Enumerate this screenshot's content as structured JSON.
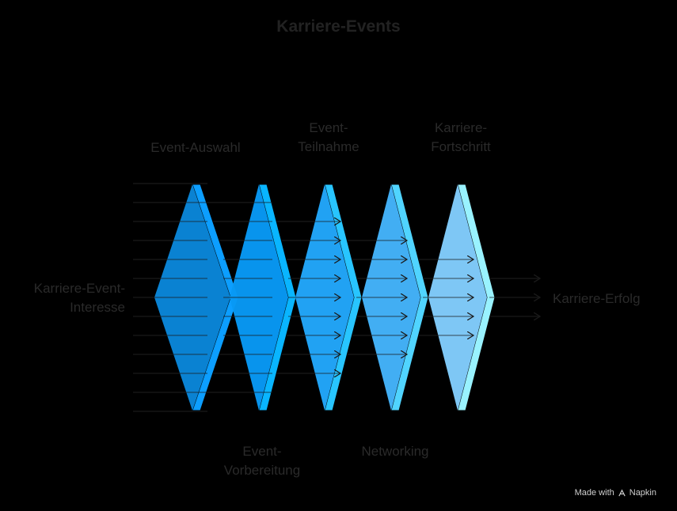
{
  "title": "Karriere-Events",
  "input_label": [
    "Karriere-Event-",
    "Interesse"
  ],
  "output_label": "Karriere-Erfolg",
  "stages": [
    {
      "label": [
        "Event-Auswahl"
      ],
      "color": "#0a86d9"
    },
    {
      "label": [
        "Event-",
        "Vorbereitung"
      ],
      "color": "#0899f5"
    },
    {
      "label": [
        "Event-",
        "Teilnahme"
      ],
      "color": "#22a7fb"
    },
    {
      "label": [
        "Networking"
      ],
      "color": "#44b4fb"
    },
    {
      "label": [
        "Karriere-",
        "Fortschritt"
      ],
      "color": "#82cdfd"
    }
  ],
  "watermark": {
    "prefix": "Made with",
    "brand": "Napkin"
  },
  "colors": {
    "background": "#000000",
    "text": "#2a2a2a",
    "line": "#1a1a1a"
  }
}
